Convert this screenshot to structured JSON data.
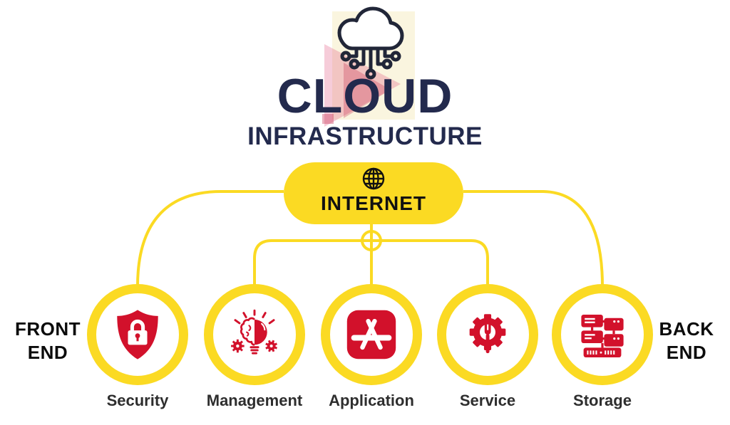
{
  "title": {
    "line1": "CLOUD",
    "line2": "INFRASTRUCTURE"
  },
  "hub": {
    "label": "INTERNET",
    "icon": "globe-icon"
  },
  "side_labels": {
    "left": {
      "line1": "FRONT",
      "line2": "END"
    },
    "right": {
      "line1": "BACK",
      "line2": "END"
    }
  },
  "nodes": [
    {
      "label": "Security",
      "icon": "shield-lock-icon"
    },
    {
      "label": "Management",
      "icon": "brain-lightbulb-icon"
    },
    {
      "label": "Application",
      "icon": "app-store-icon"
    },
    {
      "label": "Service",
      "icon": "gear-wrench-icon"
    },
    {
      "label": "Storage",
      "icon": "server-stack-icon"
    }
  ],
  "decorations": {
    "header_icon": "cloud-network-icon",
    "junction_icon": "crosshair-node-icon",
    "watermark": "play-button-logo-watermark"
  },
  "colors": {
    "yellow": "#FBDA23",
    "red": "#D2112B",
    "navy": "#232A4D",
    "label_text": "#2E2E2E",
    "black": "#111111",
    "background": "#FFFFFF"
  }
}
